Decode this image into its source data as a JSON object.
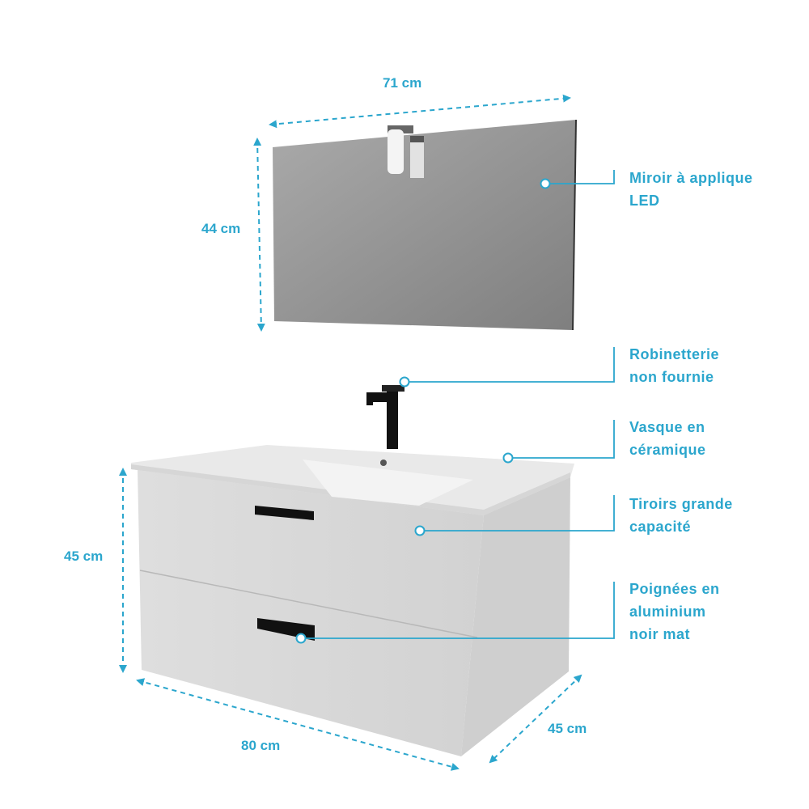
{
  "dimensions": {
    "mirror_width": "71 cm",
    "mirror_height": "44 cm",
    "cabinet_height": "45 cm",
    "cabinet_width": "80 cm",
    "cabinet_depth": "45 cm"
  },
  "callouts": [
    {
      "line1": "Miroir à applique",
      "line2": "LED"
    },
    {
      "line1": "Robinetterie",
      "line2": "non fournie"
    },
    {
      "line1": "Vasque en",
      "line2": "céramique"
    },
    {
      "line1": "Tiroirs grande",
      "line2": "capacité"
    },
    {
      "line1": "Poignées en",
      "line2": "aluminium",
      "line3": "noir mat"
    }
  ],
  "colors": {
    "accent": "#2ba6cd",
    "mirror": "#8e8e8e",
    "cabinet": "#d9d9d9",
    "handle": "#111111"
  }
}
